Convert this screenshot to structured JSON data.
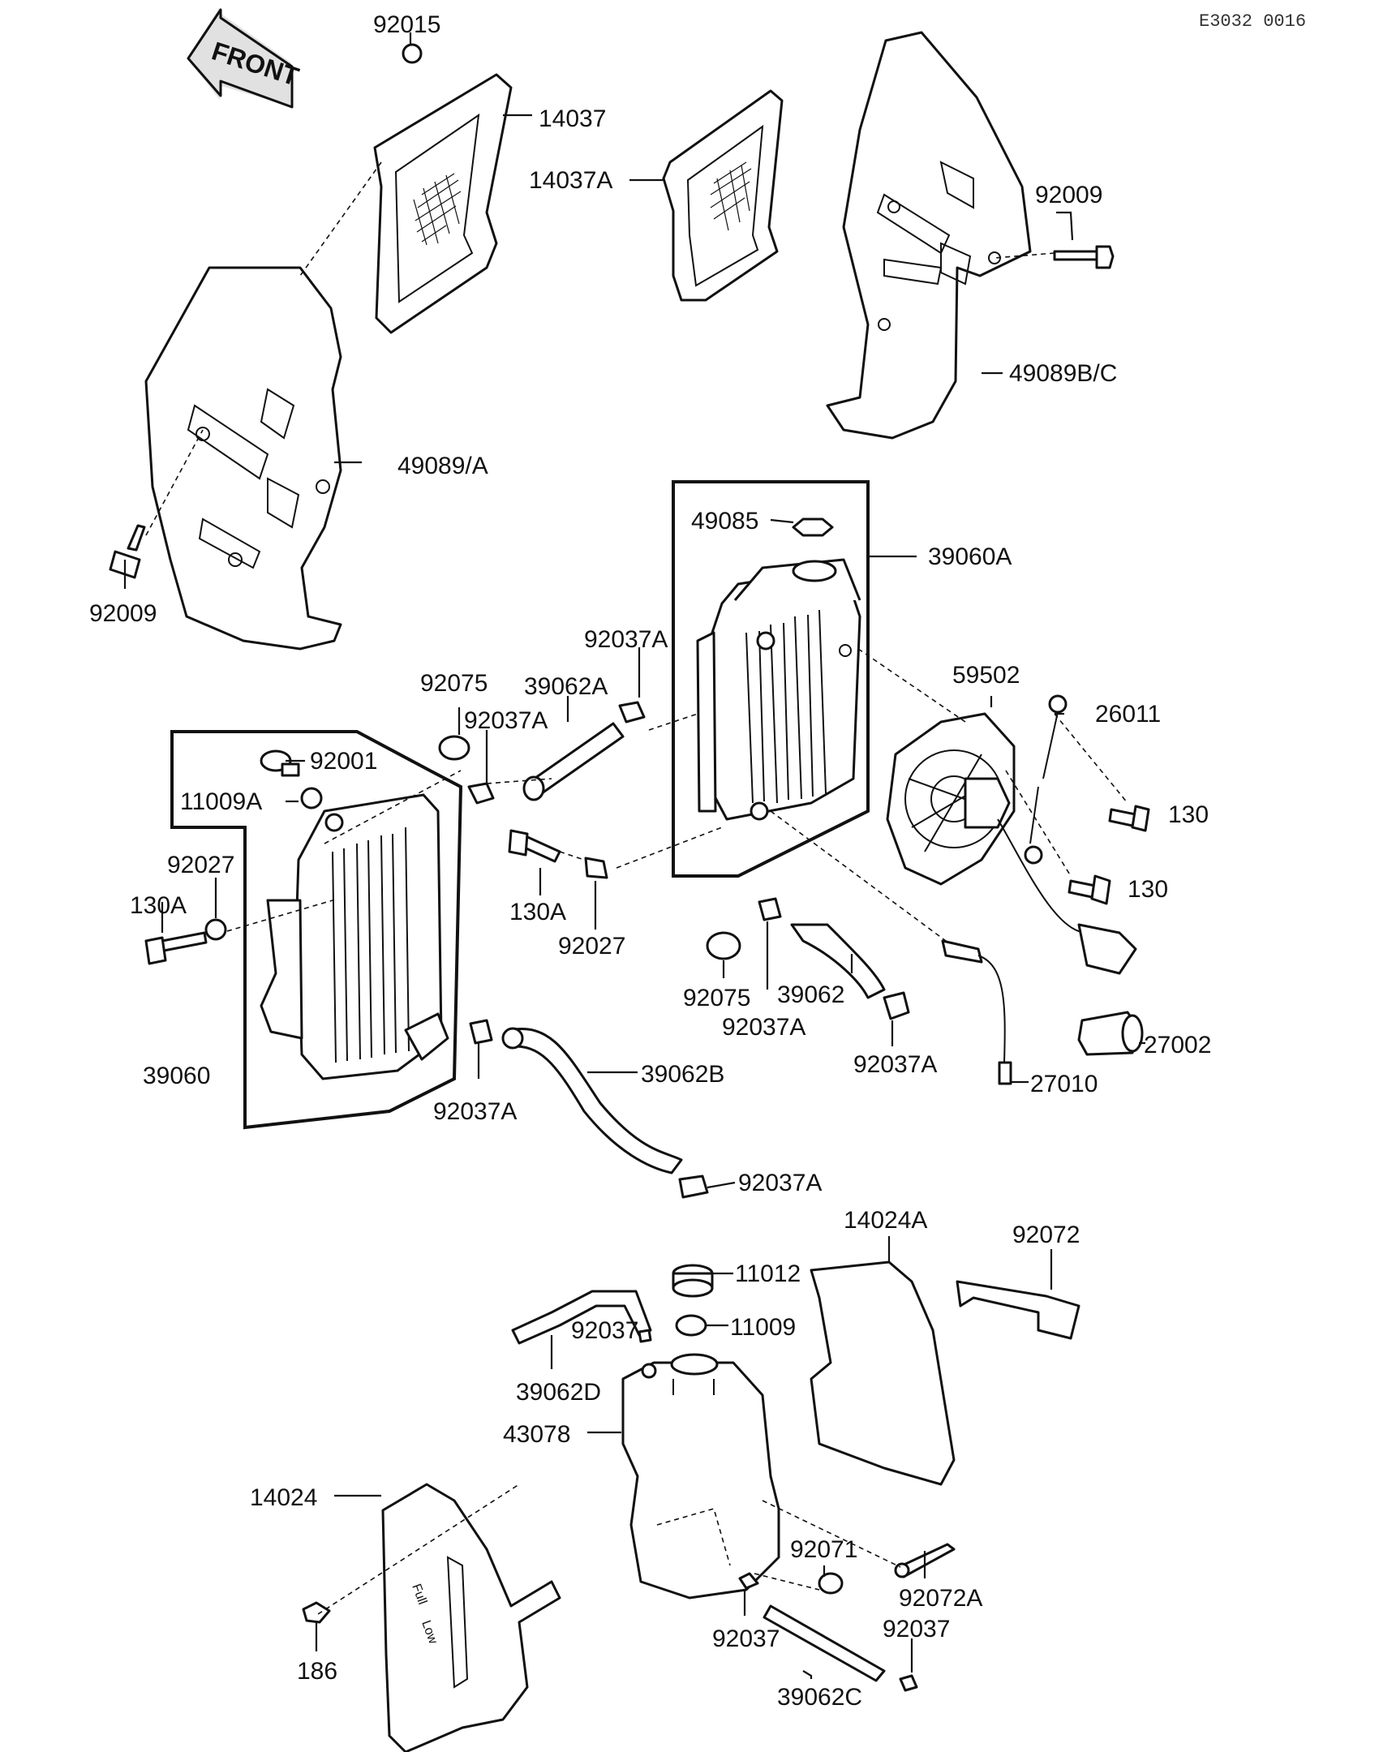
{
  "diagram": {
    "drawing_code": "E3032 0016",
    "front_arrow_label": "FRONT",
    "tank_level_marks": {
      "full": "Full",
      "low": "Low"
    }
  },
  "callouts": {
    "c92015": "92015",
    "c14037": "14037",
    "c14037A": "14037A",
    "c92009_right": "92009",
    "c49089BC": "49089B/C",
    "c49089A": "49089/A",
    "c92009_left": "92009",
    "c49085": "49085",
    "c39060A": "39060A",
    "c92037A_top": "92037A",
    "c59502": "59502",
    "c26011": "26011",
    "c92075_top": "92075",
    "c39062A": "39062A",
    "c92037A_mid": "92037A",
    "c92001": "92001",
    "c11009A": "11009A",
    "c130_a": "130",
    "c130_b": "130",
    "c92027_left": "92027",
    "c130A_left": "130A",
    "c130A_mid": "130A",
    "c92027_mid": "92027",
    "c92075_bot": "92075",
    "c39062": "39062",
    "c92037A_b1": "92037A",
    "c92037A_b2": "92037A",
    "c27002": "27002",
    "c27010": "27010",
    "c39060": "39060",
    "c92037A_b3": "92037A",
    "c39062B": "39062B",
    "c92037A_b4": "92037A",
    "c14024A": "14024A",
    "c92072": "92072",
    "c11012": "11012",
    "c11009": "11009",
    "c92037_top": "92037",
    "c39062D": "39062D",
    "c43078": "43078",
    "c14024": "14024",
    "c92071": "92071",
    "c92072A": "92072A",
    "c186": "186",
    "c92037_l": "92037",
    "c92037_r": "92037",
    "c39062C": "39062C"
  }
}
